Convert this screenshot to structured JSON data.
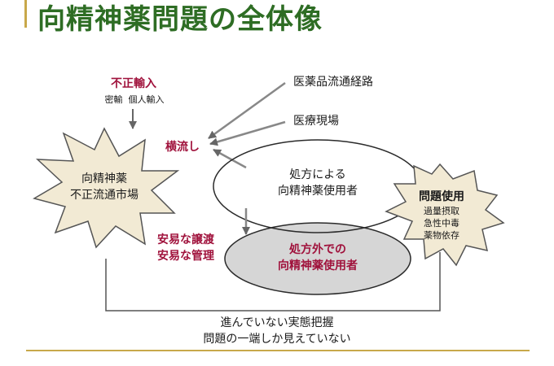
{
  "title": "向精神薬問題の全体像",
  "smuggling": {
    "heading": "不正輸入",
    "sub": "密輸  個人輸入"
  },
  "sources": {
    "distribution": "医薬品流通経路",
    "clinical": "医療現場"
  },
  "diversion": "横流し",
  "black_market": {
    "line1": "向精神薬",
    "line2": "不正流通市場"
  },
  "prescribed": {
    "line1": "処方による",
    "line2": "向精神薬使用者"
  },
  "unprescribed": {
    "line1": "処方外での",
    "line2": "向精神薬使用者"
  },
  "easy": {
    "line1": "安易な譲渡",
    "line2": "安易な管理"
  },
  "problem_use": {
    "heading": "問題使用",
    "items": [
      "過量摂取",
      "急性中毒",
      "薬物依存"
    ]
  },
  "bottom_note": {
    "line1": "進んでいない実態把握",
    "line2": "問題の一端しか見えていない"
  },
  "colors": {
    "title": "#2e6d24",
    "accent_rule": "#c8a84a",
    "emphasis_text": "#a0123c",
    "burst_fill": "#f2ead4",
    "unprescribed_fill": "#d6d6d6"
  }
}
